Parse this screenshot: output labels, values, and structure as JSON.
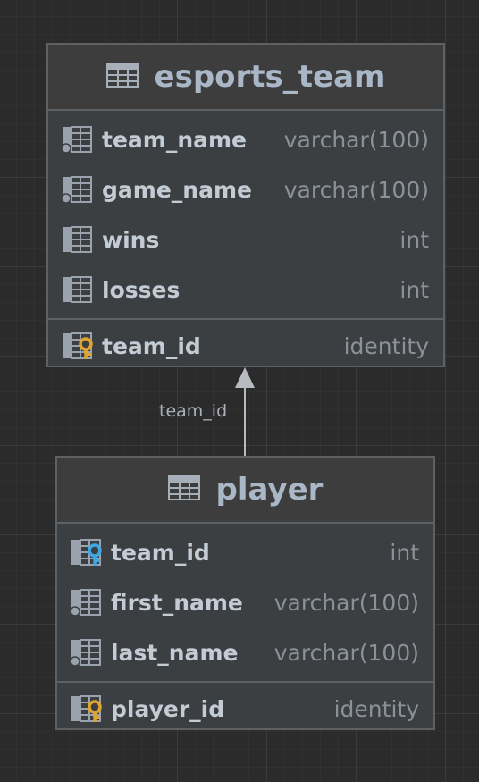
{
  "colors": {
    "background": "#2b2b2b",
    "table_fill": "#3c3f41",
    "header_fill": "#3d3d3d",
    "border": "#5e6163",
    "title_text": "#a9b7c6",
    "column_text": "#c3cbd4",
    "type_text": "#8b9198",
    "primary_key_icon": "#e0a531",
    "foreign_key_icon": "#3fa7e3"
  },
  "tables": {
    "esports_team": {
      "title": "esports_team",
      "icon": "table-icon",
      "columns": [
        {
          "name": "team_name",
          "type": "varchar(100)",
          "icon": "column-not-null-icon"
        },
        {
          "name": "game_name",
          "type": "varchar(100)",
          "icon": "column-not-null-icon"
        },
        {
          "name": "wins",
          "type": "int",
          "icon": "column-icon"
        },
        {
          "name": "losses",
          "type": "int",
          "icon": "column-icon"
        }
      ],
      "primary_key": {
        "name": "team_id",
        "type": "identity",
        "icon": "primary-key-icon"
      }
    },
    "player": {
      "title": "player",
      "icon": "table-icon",
      "columns": [
        {
          "name": "team_id",
          "type": "int",
          "icon": "foreign-key-icon"
        },
        {
          "name": "first_name",
          "type": "varchar(100)",
          "icon": "column-not-null-icon"
        },
        {
          "name": "last_name",
          "type": "varchar(100)",
          "icon": "column-not-null-icon"
        }
      ],
      "primary_key": {
        "name": "player_id",
        "type": "identity",
        "icon": "primary-key-icon"
      }
    }
  },
  "relationship": {
    "from": "player",
    "to": "esports_team",
    "label": "team_id"
  }
}
